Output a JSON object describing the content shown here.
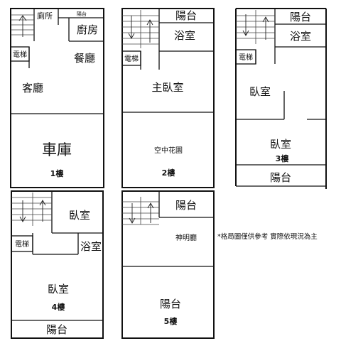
{
  "note": "*格局圖僅供參考 實際依現況為主",
  "floor1": {
    "restroom": "廁所",
    "balcony": "陽台",
    "kitchen": "廚房",
    "elevator": "電梯",
    "dining": "餐廳",
    "living": "客廳",
    "garage": "車庫",
    "floor_label": "1樓"
  },
  "floor2": {
    "balcony": "陽台",
    "bathroom": "浴室",
    "elevator": "電梯",
    "master_bedroom": "主臥室",
    "sky_garden": "空中花園",
    "floor_label": "2樓"
  },
  "floor3": {
    "balcony_top": "陽台",
    "bathroom": "浴室",
    "elevator": "電梯",
    "bedroom_left": "臥室",
    "bedroom_main": "臥室",
    "floor_label": "3樓",
    "balcony_bottom": "陽台"
  },
  "floor4": {
    "bedroom_top": "臥室",
    "elevator": "電梯",
    "bathroom": "浴室",
    "bedroom_main": "臥室",
    "floor_label": "4樓",
    "balcony": "陽台"
  },
  "floor5": {
    "balcony_top": "陽台",
    "shrine": "神明廳",
    "balcony_main": "陽台",
    "floor_label": "5樓"
  }
}
